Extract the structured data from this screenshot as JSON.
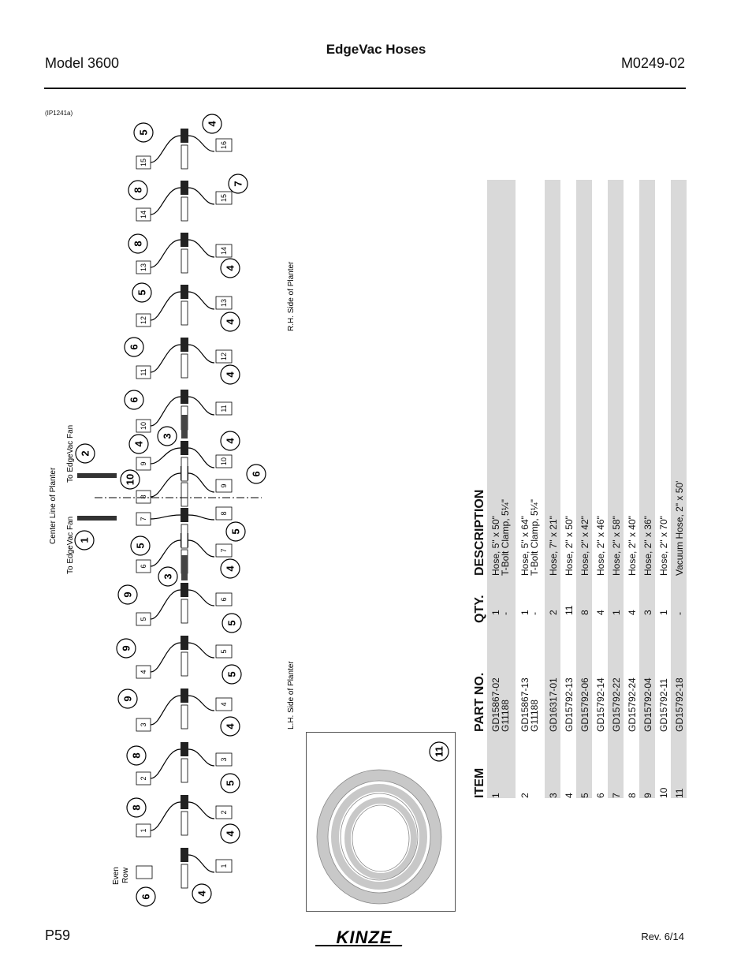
{
  "header": {
    "model": "Model 3600",
    "title": "EdgeVac Hoses",
    "doc_number": "M0249-02"
  },
  "illustration_id": "(IP1241a)",
  "diagram": {
    "center_line_label": "Center Line of Planter",
    "fan_label_upper": "To EdgeVac Fan",
    "fan_label_lower": "To EdgeVac Fan",
    "rh_side_label": "R.H. Side of Planter",
    "lh_side_label": "L.H. Side of Planter",
    "even_row_label_1": "Even",
    "even_row_label_2": "Row",
    "row_boxes_left": [
      "1",
      "2",
      "3",
      "4",
      "5",
      "6",
      "7",
      "8",
      "9",
      "10",
      "11",
      "12",
      "13",
      "14",
      "15"
    ],
    "row_boxes_right": [
      "1",
      "2",
      "3",
      "4",
      "5",
      "6",
      "7",
      "8",
      "9",
      "10",
      "11",
      "12",
      "13",
      "14",
      "15",
      "16"
    ],
    "callouts_left": [
      "6",
      "8",
      "8",
      "9",
      "9",
      "9",
      "3",
      "5",
      "1",
      "10",
      "4",
      "3",
      "6",
      "6",
      "5",
      "8",
      "8",
      "5",
      "2"
    ],
    "callouts_right": [
      "4",
      "4",
      "5",
      "4",
      "5",
      "5",
      "4",
      "5",
      "6",
      "4",
      "4",
      "4",
      "4",
      "7",
      "4"
    ]
  },
  "table": {
    "headers": {
      "item": "ITEM",
      "part_no": "PART NO.",
      "qty": "QTY.",
      "description": "DESCRIPTION"
    },
    "rows": [
      {
        "item": "1",
        "part_no": "GD15867-02",
        "qty": "1",
        "description": "Hose, 5\" x 50\""
      },
      {
        "item": "",
        "part_no": "G11188",
        "qty": "-",
        "description": "T-Bolt Clamp, 5¼\""
      },
      {
        "item": "2",
        "part_no": "GD15867-13",
        "qty": "1",
        "description": "Hose, 5\" x 64\""
      },
      {
        "item": "",
        "part_no": "G11188",
        "qty": "-",
        "description": "T-Bolt Clamp, 5¼\""
      },
      {
        "item": "3",
        "part_no": "GD16317-01",
        "qty": "2",
        "description": "Hose, 7\" x 21\""
      },
      {
        "item": "4",
        "part_no": "GD15792-13",
        "qty": "11",
        "description": "Hose, 2\" x 50\""
      },
      {
        "item": "5",
        "part_no": "GD15792-06",
        "qty": "8",
        "description": "Hose, 2\" x 42\""
      },
      {
        "item": "6",
        "part_no": "GD15792-14",
        "qty": "4",
        "description": "Hose, 2\" x 46\""
      },
      {
        "item": "7",
        "part_no": "GD15792-22",
        "qty": "1",
        "description": "Hose, 2\" x 58\""
      },
      {
        "item": "8",
        "part_no": "GD15792-24",
        "qty": "4",
        "description": "Hose, 2\" x 40\""
      },
      {
        "item": "9",
        "part_no": "GD15792-04",
        "qty": "3",
        "description": "Hose, 2\" x 36\""
      },
      {
        "item": "10",
        "part_no": "GD15792-11",
        "qty": "1",
        "description": "Hose, 2\" x 70\""
      },
      {
        "item": "11",
        "part_no": "GD15792-18",
        "qty": "-",
        "description": "Vacuum Hose, 2\" x 50'"
      }
    ]
  },
  "photo_callout": "11",
  "footer": {
    "page": "P59",
    "logo_text": "KINZE",
    "revision": "Rev. 6/14"
  }
}
